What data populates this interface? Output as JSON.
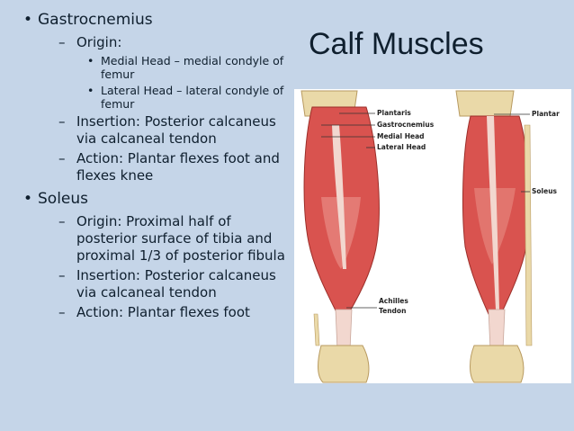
{
  "slide": {
    "title": "Calf Muscles",
    "bullets": [
      {
        "text": "Gastrocnemius",
        "children": [
          {
            "text": "Origin:",
            "children": [
              {
                "text": "Medial Head – medial condyle of femur"
              },
              {
                "text": "Lateral Head – lateral condyle of femur"
              }
            ]
          },
          {
            "text": "Insertion: Posterior calcaneus via calcaneal tendon"
          },
          {
            "text": "Action: Plantar flexes foot and flexes knee"
          }
        ]
      },
      {
        "text": "Soleus",
        "children": [
          {
            "text": "Origin: Proximal half of posterior surface of tibia and proximal 1/3 of posterior fibula"
          },
          {
            "text": "Insertion: Posterior calcaneus via calcaneal tendon"
          },
          {
            "text": "Action: Plantar flexes foot"
          }
        ]
      }
    ],
    "figure_labels": {
      "plantaris": "Plantaris",
      "gastrocnemius": "Gastrocnemius",
      "medial_head": "Medial Head",
      "lateral_head": "Lateral Head",
      "plantar": "Plantar",
      "soleus": "Soleus",
      "achilles_line1": "Achilles",
      "achilles_line2": "Tendon"
    },
    "colors": {
      "background": "#c5d5e8",
      "muscle": "#d9534f",
      "bone": "#ead9a8",
      "tendon": "#f2d7cf"
    }
  }
}
